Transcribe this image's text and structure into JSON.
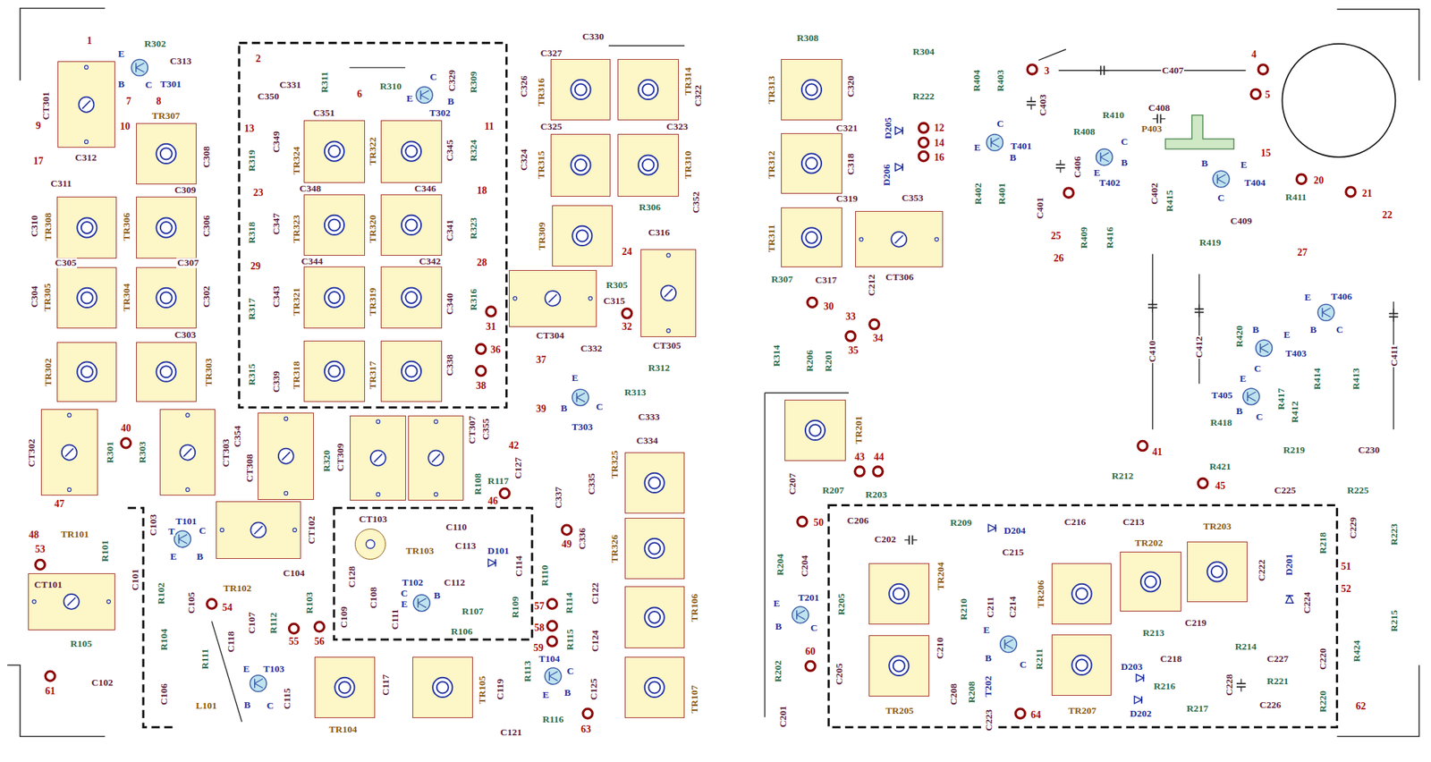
{
  "diagram": {
    "nodes": [
      {
        "text": [
          "CT301"
        ]
      },
      {
        "text": [
          "TR316"
        ]
      },
      {
        "text": [
          "TR314"
        ]
      },
      {
        "text": [
          "TR313"
        ]
      },
      {
        "text": [
          "TR307"
        ]
      },
      {
        "text": [
          "TR324"
        ]
      },
      {
        "text": [
          "TR322"
        ]
      },
      {
        "text": [
          "TR315"
        ]
      },
      {
        "text": [
          "TR310"
        ]
      },
      {
        "text": [
          "TR312"
        ]
      },
      {
        "text": [
          "TR308"
        ]
      },
      {
        "text": [
          "TR306"
        ]
      },
      {
        "text": [
          "TR323"
        ]
      },
      {
        "text": [
          "TR320"
        ]
      },
      {
        "text": [
          "TR309"
        ]
      },
      {
        "text": [
          "TR311"
        ]
      },
      {
        "text": [
          "CT306"
        ]
      },
      {
        "text": [
          "CT305"
        ]
      },
      {
        "text": [
          "TR305"
        ]
      },
      {
        "text": [
          "TR304"
        ]
      },
      {
        "text": [
          "TR321"
        ]
      },
      {
        "text": [
          "TR319"
        ]
      },
      {
        "text": [
          "CT304"
        ]
      },
      {
        "text": [
          "TR302"
        ]
      },
      {
        "text": [
          "TR303"
        ]
      },
      {
        "text": [
          "TR318"
        ]
      },
      {
        "text": [
          "TR317"
        ]
      },
      {
        "text": [
          "TR201"
        ]
      },
      {
        "text": [
          "CT302"
        ]
      },
      {
        "text": [
          "CT303"
        ]
      },
      {
        "text": [
          "CT308"
        ]
      },
      {
        "text": [
          "CT309"
        ]
      },
      {
        "text": [
          "CT307"
        ]
      },
      {
        "text": [
          "TR325"
        ]
      },
      {
        "text": [
          "CT102"
        ]
      },
      {
        "text": [
          "CT103"
        ]
      },
      {
        "text": [
          "TR326"
        ]
      },
      {
        "text": [
          "TR203"
        ]
      },
      {
        "text": [
          "TR202"
        ]
      },
      {
        "text": [
          "TR204"
        ]
      },
      {
        "text": [
          "TR206"
        ]
      },
      {
        "text": [
          "CT101"
        ]
      },
      {
        "text": [
          "TR106"
        ]
      },
      {
        "text": [
          "TR205"
        ]
      },
      {
        "text": [
          "TR207"
        ]
      },
      {
        "text": [
          "TR104"
        ]
      },
      {
        "text": [
          "TR105"
        ]
      },
      {
        "text": [
          "TR107"
        ]
      }
    ],
    "labels": [
      "1",
      "R302",
      "C313",
      "E",
      "B",
      "C",
      "T301",
      "7",
      "8",
      "9",
      "10",
      "C308",
      "C312",
      "17",
      "C311",
      "C309",
      "C310",
      "C306",
      "C305",
      "C307",
      "C304",
      "C302",
      "C303",
      "40",
      "R301",
      "R303",
      "C354",
      "R320",
      "47",
      "48",
      "TR101",
      "53",
      "T101",
      "T",
      "C",
      "E",
      "B",
      "C103",
      "R101",
      "C101",
      "R102",
      "C105",
      "TR102",
      "C104",
      "54",
      "R103",
      "R112",
      "C107",
      "C118",
      "R104",
      "R111",
      "T103",
      "E",
      "B",
      "C",
      "C115",
      "R105",
      "C102",
      "61",
      "L101",
      "C106",
      "55",
      "56",
      "C117",
      "TR103",
      "C113",
      "D101",
      "C114",
      "C110",
      "C128",
      "C108",
      "C109",
      "C111",
      "T102",
      "C",
      "E",
      "B",
      "C112",
      "R107",
      "R106",
      "R109",
      "2",
      "C331",
      "R311",
      "6",
      "R310",
      "C",
      "E",
      "B",
      "T302",
      "C329",
      "R309",
      "C350",
      "C351",
      "13",
      "C349",
      "R319",
      "C345",
      "R324",
      "11",
      "C346",
      "C348",
      "23",
      "18",
      "C347",
      "R318",
      "C341",
      "R323",
      "C344",
      "C342",
      "29",
      "28",
      "C343",
      "R317",
      "C340",
      "R316",
      "31",
      "36",
      "C339",
      "R315",
      "C338",
      "38",
      "C330",
      "C327",
      "C326",
      "C322",
      "C325",
      "C323",
      "C324",
      "R306",
      "C352",
      "C316",
      "24",
      "R305",
      "C315",
      "32",
      "37",
      "C332",
      "R312",
      "R313",
      "39",
      "E",
      "B",
      "C",
      "T303",
      "C333",
      "C334",
      "R108",
      "R117",
      "C127",
      "42",
      "46",
      "C355",
      "C337",
      "C335",
      "49",
      "C336",
      "C122",
      "R110",
      "57",
      "R114",
      "58",
      "59",
      "R115",
      "C124",
      "R113",
      "T104",
      "C",
      "E",
      "B",
      "C119",
      "C125",
      "63",
      "R116",
      "C121",
      "R308",
      "C320",
      "C321",
      "C318",
      "C319",
      "C353",
      "R307",
      "C317",
      "30",
      "C212",
      "33",
      "34",
      "35",
      "R314",
      "R206",
      "R201",
      "R304",
      "R222",
      "D205",
      "D206",
      "12",
      "14",
      "16",
      "R404",
      "R403",
      "3",
      "C407",
      "4",
      "5",
      "C403",
      "R410",
      "C408",
      "P403",
      "R408",
      "C",
      "E",
      "B",
      "T401",
      "C406",
      "C",
      "E",
      "B",
      "T402",
      "15",
      "B",
      "E",
      "C",
      "T404",
      "R402",
      "R401",
      "C401",
      "C402",
      "R415",
      "20",
      "21",
      "R411",
      "22",
      "C409",
      "25",
      "26",
      "R409",
      "R416",
      "R419",
      "27",
      "C410",
      "C412",
      "R420",
      "E",
      "T406",
      "B",
      "C",
      "B",
      "E",
      "C",
      "T403",
      "C411",
      "R414",
      "R413",
      "E",
      "T405",
      "B",
      "C",
      "R417",
      "R412",
      "R418",
      "41",
      "R219",
      "C230",
      "R421",
      "R212",
      "45",
      "C225",
      "R225",
      "C207",
      "R207",
      "43",
      "44",
      "R203",
      "50",
      "R204",
      "C204",
      "E",
      "B",
      "C",
      "T201",
      "R205",
      "R202",
      "60",
      "C205",
      "C201",
      "C206",
      "C202",
      "R209",
      "D204",
      "C216",
      "C213",
      "C215",
      "R210",
      "C211",
      "C214",
      "C210",
      "E",
      "B",
      "C",
      "T202",
      "R211",
      "C208",
      "R208",
      "C223",
      "64",
      "R213",
      "C218",
      "D203",
      "R216",
      "D202",
      "R217",
      "C228",
      "R214",
      "C227",
      "R221",
      "C226",
      "C219",
      "C222",
      "D201",
      "C224",
      "R218",
      "51",
      "52",
      "C229",
      "C220",
      "R220",
      "R424",
      "62",
      "R223",
      "R215"
    ]
  }
}
